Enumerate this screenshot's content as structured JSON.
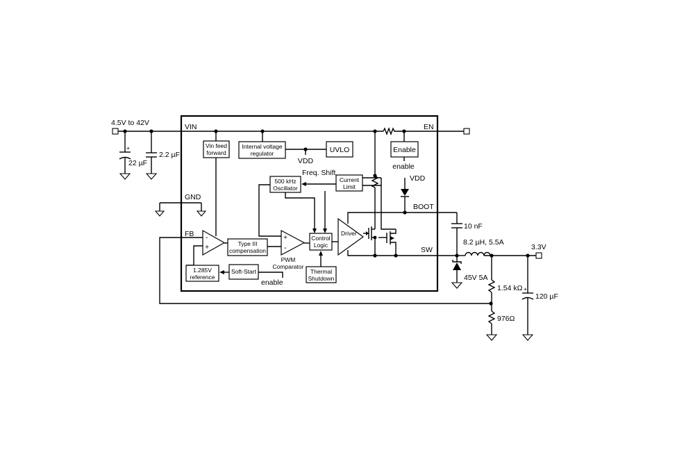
{
  "terminals": {
    "vin_range": "4.5V to 42V",
    "vout": "3.3V"
  },
  "pins": {
    "vin": "VIN",
    "en": "EN",
    "gnd": "GND",
    "boot": "BOOT",
    "fb": "FB",
    "sw": "SW"
  },
  "blocks": {
    "vin_ff_1": "Vin feed",
    "vin_ff_2": "forward",
    "ivr_1": "Internal voltage",
    "ivr_2": "regulator",
    "uvlo": "UVLO",
    "enable": "Enable",
    "osc_1": "500 kHz",
    "osc_2": "Oscillator",
    "cl_1": "Current",
    "cl_2": "Limit",
    "typeiii_1": "Type III",
    "typeiii_2": "compensation",
    "ctrl_1": "Control",
    "ctrl_2": "Logic",
    "driver": "Driver",
    "ref_1": "1.285V",
    "ref_2": "reference",
    "softstart": "Soft-Start",
    "thermal_1": "Thermal",
    "thermal_2": "Shutdown"
  },
  "labels": {
    "vdd_ivr": "VDD",
    "vdd_boot": "VDD",
    "freq_shift": "Freq. Shift",
    "enable_out": "enable",
    "enable_ss": "enable",
    "pwm_1": "PWM",
    "pwm_2": "Comparator",
    "plus": "+",
    "minus": "-"
  },
  "components": {
    "c_in1": "22 µF",
    "c_in2": "2.2 µF",
    "c_boot": "10 nF",
    "inductor": "8.2 µH, 5.5A",
    "diode": "45V 5A",
    "r_top": "1.54 kΩ",
    "r_bot": "976Ω",
    "c_out": "120 µF",
    "cap_plus": "+"
  }
}
